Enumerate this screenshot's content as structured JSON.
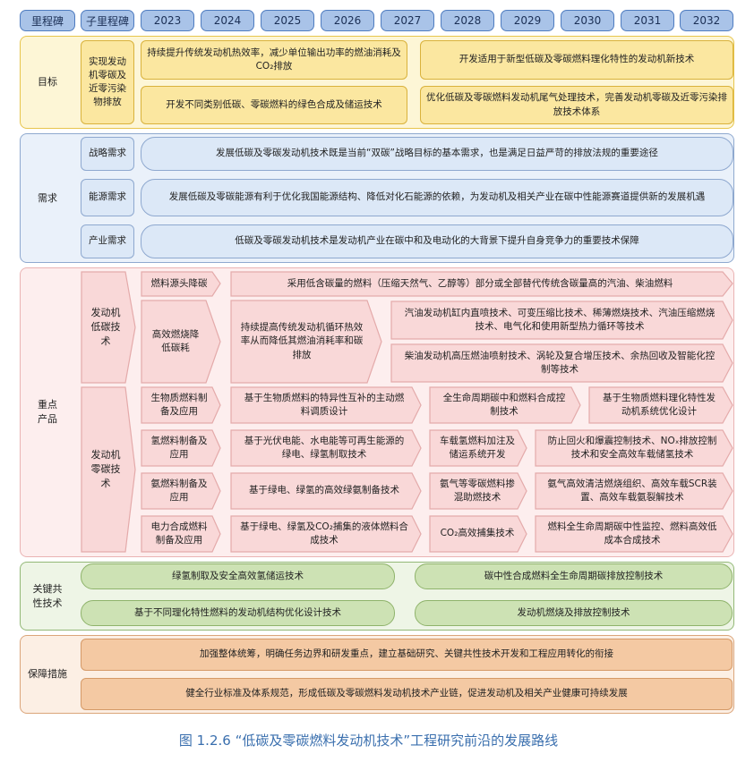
{
  "header": {
    "milestone": "里程碑",
    "sub_milestone": "子里程碑",
    "years": [
      "2023",
      "2024",
      "2025",
      "2026",
      "2027",
      "2028",
      "2029",
      "2030",
      "2031",
      "2032"
    ]
  },
  "goal": {
    "label": "目标",
    "sub": "实现发动机零碳及近零污染物排放",
    "items": [
      "持续提升传统发动机热效率，减少单位输出功率的燃油消耗及CO₂排放",
      "开发适用于新型低碳及零碳燃料理化特性的发动机新技术",
      "开发不同类别低碳、零碳燃料的绿色合成及储运技术",
      "优化低碳及零碳燃料发动机尾气处理技术，完善发动机零碳及近零污染排放技术体系"
    ]
  },
  "need": {
    "label": "需求",
    "rows": [
      {
        "sub": "战略需求",
        "text": "发展低碳及零碳发动机技术既是当前“双碳”战略目标的基本需求，也是满足日益严苛的排放法规的重要途径"
      },
      {
        "sub": "能源需求",
        "text": "发展低碳及零碳能源有利于优化我国能源结构、降低对化石能源的依赖，为发动机及相关产业在碳中性能源赛道提供新的发展机遇"
      },
      {
        "sub": "产业需求",
        "text": "低碳及零碳发动机技术是发动机产业在碳中和及电动化的大背景下提升自身竞争力的重要技术保障"
      }
    ]
  },
  "focus": {
    "label": "重点产品",
    "low_carbon": {
      "sub": "发动机低碳技术",
      "source_label": "燃料源头降碳",
      "source_text": "采用低含碳量的燃料（压缩天然气、乙醇等）部分或全部替代传统含碳量高的汽油、柴油燃料",
      "combust_label": "高效燃烧降低碳耗",
      "combust_text": "持续提高传统发动机循环热效率从而降低其燃油消耗率和碳排放",
      "gasoline_text": "汽油发动机缸内直喷技术、可变压缩比技术、稀薄燃烧技术、汽油压缩燃烧技术、电气化和使用新型热力循环等技术",
      "diesel_text": "柴油发动机高压燃油喷射技术、涡轮及复合增压技术、余热回收及智能化控制等技术"
    },
    "zero_carbon": {
      "sub": "发动机零碳技术",
      "rows": [
        {
          "label": "生物质燃料制备及应用",
          "a": "基于生物质燃料的特异性互补的主动燃料调质设计",
          "b": "全生命周期碳中和燃料合成控制技术",
          "c": "基于生物质燃料理化特性发动机系统优化设计"
        },
        {
          "label": "氢燃料制备及应用",
          "a": "基于光伏电能、水电能等可再生能源的绿电、绿氢制取技术",
          "b": "车载氢燃料加注及储运系统开发",
          "c": "防止回火和爆震控制技术、NOₓ排放控制技术和安全高效车载储氢技术"
        },
        {
          "label": "氨燃料制备及应用",
          "a": "基于绿电、绿氢的高效绿氨制备技术",
          "b": "氨气等零碳燃料掺混助燃技术",
          "c": "氨气高效清洁燃烧组织、高效车载SCR装置、高效车载氨裂解技术"
        },
        {
          "label": "电力合成燃料制备及应用",
          "a": "基于绿电、绿氢及CO₂捕集的液体燃料合成技术",
          "b": "CO₂高效捕集技术",
          "c": "燃料全生命周期碳中性监控、燃料高效低成本合成技术"
        }
      ]
    }
  },
  "tech": {
    "label": "关键共性技术",
    "items": [
      "绿氢制取及安全高效氢储运技术",
      "碳中性合成燃料全生命周期碳排放控制技术",
      "基于不同理化特性燃料的发动机结构优化设计技术",
      "发动机燃烧及排放控制技术"
    ]
  },
  "guarantee": {
    "label": "保障措施",
    "items": [
      "加强整体统筹，明确任务边界和研发重点，建立基础研究、关键共性技术开发和工程应用转化的衔接",
      "健全行业标准及体系规范，形成低碳及零碳燃料发动机技术产业链，促进发动机及相关产业健康可持续发展"
    ]
  },
  "caption": "图 1.2.6  “低碳及零碳燃料发动机技术”工程研究前沿的发展路线"
}
